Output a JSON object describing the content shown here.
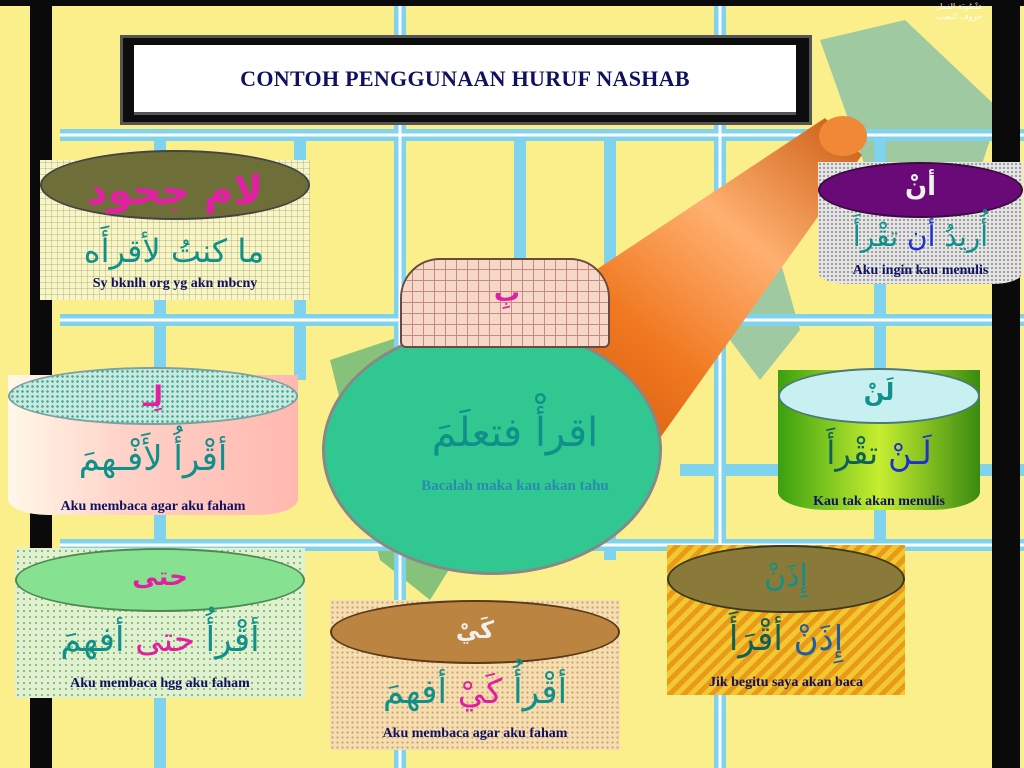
{
  "title": "CONTOH PENGGUNAAN HURUF NASHAB",
  "corner_text": [
    "مَنْصُوبَة الفعل",
    "حروف النصب"
  ],
  "center": {
    "tag": "بِ",
    "sentence": "اقرأْ فتعلَمَ",
    "caption": "Bacalah maka kau akan tahu"
  },
  "cards": {
    "lam_juhud": {
      "header": "لام جحود",
      "sentence": "ما كنتُ لأقرأَه",
      "caption": "Sy bknlh org yg akn mbcny"
    },
    "lam_kay": {
      "header": "لِـ",
      "sentence": "أقْرأُ لأَفْـهمَ",
      "caption": "Aku membaca agar aku  faham"
    },
    "hatta": {
      "header": "حتى",
      "sentence_pre": "أقْرأُ ",
      "particle": "حتى",
      "sentence_post": " أفهمَ",
      "caption": "Aku membaca hgg aku  faham"
    },
    "kay": {
      "header": "كَيْ",
      "sentence_pre": "أقْرأُ ",
      "particle": "كَيْ",
      "sentence_post": " أفهمَ",
      "caption": "Aku membaca agar aku  faham"
    },
    "an": {
      "header": "أنْ",
      "sentence_pre": "أُريدُ ",
      "particle": "أن",
      "sentence_post": " تقْرأَ",
      "caption": "Aku ingin kau menulis"
    },
    "lan": {
      "header": "لَنْ",
      "particle": "لَـنْ",
      "sentence_post": " تقْرأَ",
      "caption": "Kau tak akan menulis"
    },
    "idhan": {
      "header": "إِذَنْ",
      "particle": "إِذَنْ",
      "sentence_post": " أقْرَأَ",
      "caption": "Jik begitu saya akan baca"
    }
  },
  "colors": {
    "background": "#fbef8c",
    "road": "#7fd3ec",
    "accent_magenta": "#e020a0",
    "title_text": "#101060",
    "arabic_teal": "#10908a",
    "arabic_blue": "#1f2fd0"
  }
}
